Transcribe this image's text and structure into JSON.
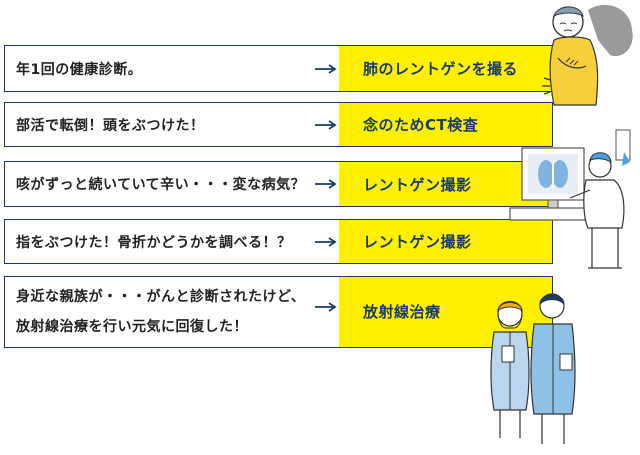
{
  "rows": [
    {
      "question": "年1回の健康診断。",
      "answer": "肺のレントゲンを撮る"
    },
    {
      "question": "部活で転倒！頭をぶつけた！",
      "answer": "念のためCT検査"
    },
    {
      "question": "咳がずっと続いていて辛い・・・変な病気？",
      "answer": "レントゲン撮影"
    },
    {
      "question": "指をぶつけた！骨折かどうかを調べる！？",
      "answer": "レントゲン撮影"
    },
    {
      "question_line1": "身近な親族が・・・がんと診断されたけど、",
      "question_line2": "放射線治療を行い元気に回復した！",
      "answer": "放射線治療"
    }
  ],
  "colors": {
    "navy": "#1a3b6e",
    "yellow": "#fff000"
  },
  "icons": [
    "arrow-right-icon",
    "worried-person-illustration",
    "xray-monitor-illustration",
    "patients-illustration"
  ]
}
